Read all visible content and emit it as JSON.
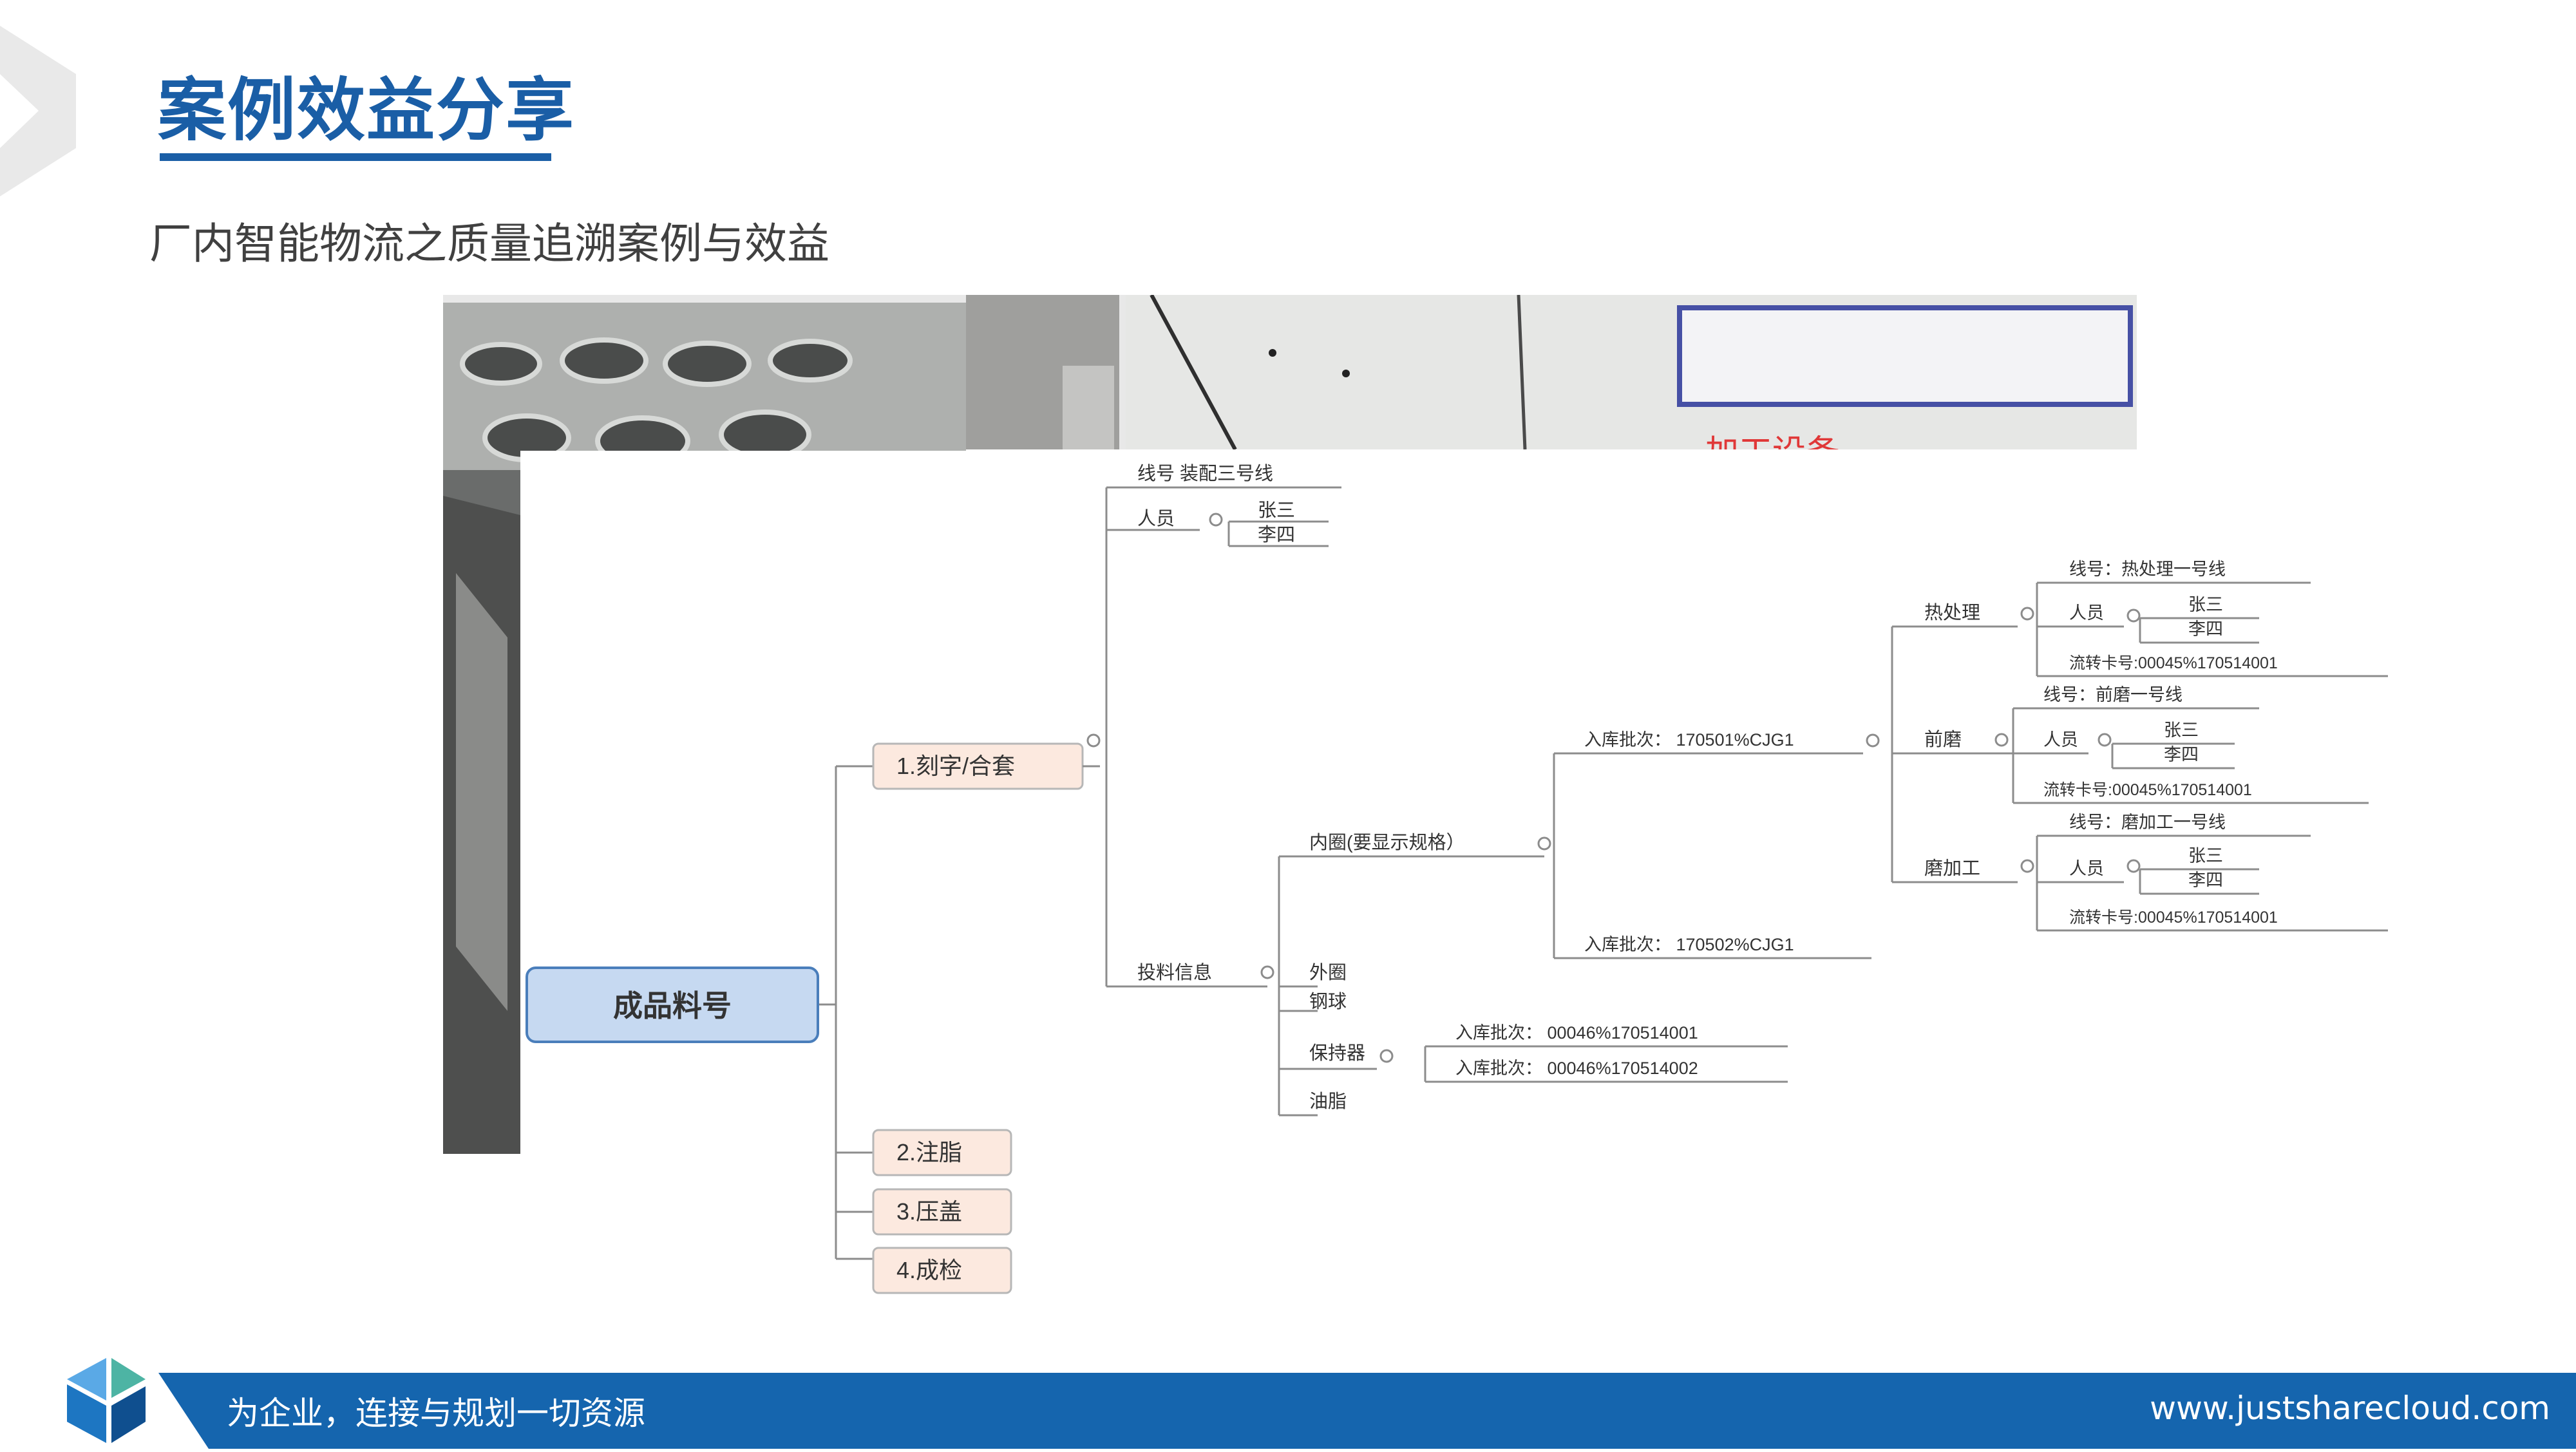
{
  "slide": {
    "title": "案例效益分享",
    "subtitle": "厂内智能物流之质量追溯案例与效益"
  },
  "photo": {
    "partial_caption": "加工设备"
  },
  "mindmap": {
    "root": "成品料号",
    "steps": [
      "1.刻字/合套",
      "2.注脂",
      "3.压盖",
      "4.成检"
    ],
    "line_info": "线号 装配三号线",
    "personnel_label": "人员",
    "persons": [
      "张三",
      "李四"
    ],
    "material_info": "投料信息",
    "inner_ring": "内圈(要显示规格）",
    "batches_inner": [
      "入库批次： 170501%CJG1",
      "入库批次： 170502%CJG1"
    ],
    "processes": [
      {
        "name": "热处理",
        "line": "线号：热处理一号线",
        "personnel": "人员",
        "persons": [
          "张三",
          "李四"
        ],
        "card": "流转卡号:00045%170514001"
      },
      {
        "name": "前磨",
        "line": "线号：前磨一号线",
        "personnel": "人员",
        "persons": [
          "张三",
          "李四"
        ],
        "card": "流转卡号:00045%170514001"
      },
      {
        "name": "磨加工",
        "line": "线号：磨加工一号线",
        "personnel": "人员",
        "persons": [
          "张三",
          "李四"
        ],
        "card": "流转卡号:00045%170514001"
      }
    ],
    "materials": [
      "外圈",
      "钢球",
      "保持器",
      "油脂"
    ],
    "cage_batches": [
      "入库批次： 00046%170514001",
      "入库批次： 00046%170514002"
    ]
  },
  "footer": {
    "slogan": "为企业，连接与规划一切资源",
    "url": "www.justsharecloud.com"
  },
  "colors": {
    "title_blue": "#1a5ea6",
    "footer_blue": "#1565ae",
    "root_fill": "#c6d9f1",
    "root_stroke": "#4a7ebb",
    "step_fill": "#fce9df",
    "line_gray": "#8c8c8c"
  }
}
